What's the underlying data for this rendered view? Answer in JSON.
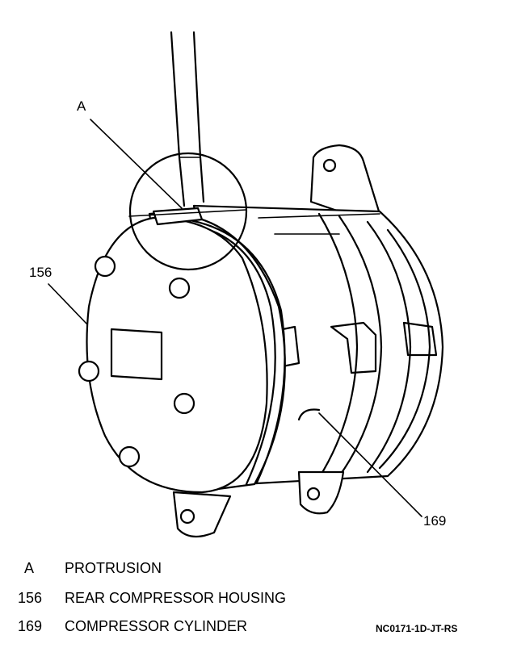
{
  "callouts": {
    "a": "A",
    "housing": "156",
    "cylinder": "169"
  },
  "legend": [
    {
      "key": "A",
      "text": "PROTRUSION"
    },
    {
      "key": "156",
      "text": "REAR COMPRESSOR HOUSING"
    },
    {
      "key": "169",
      "text": "COMPRESSOR CYLINDER"
    }
  ],
  "reference_code": "NC0171-1D-JT-RS"
}
